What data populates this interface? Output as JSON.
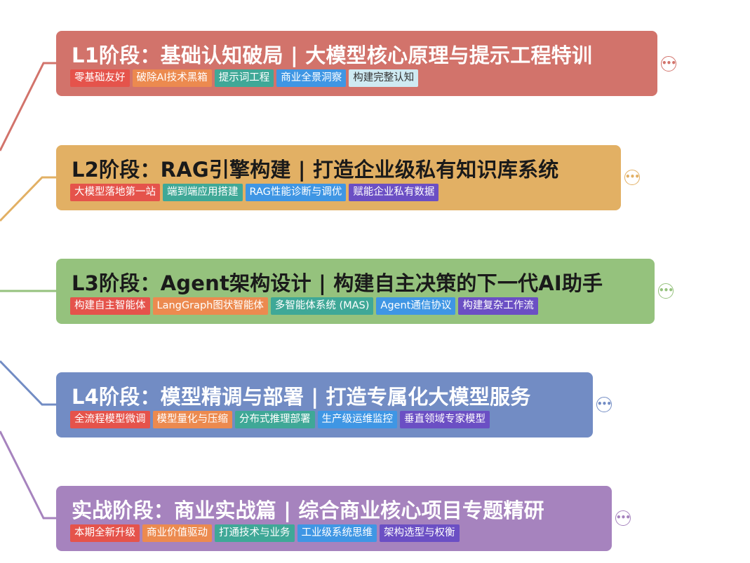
{
  "stages": [
    {
      "title": "L1阶段：基础认知破局 | 大模型核心原理与提示工程特训",
      "bg": "#d2736b",
      "title_color": "#ffffff",
      "tags": [
        {
          "label": "零基础友好",
          "color": "#e5534b"
        },
        {
          "label": "破除AI技术黑箱",
          "color": "#ec8a4f"
        },
        {
          "label": "提示词工程",
          "color": "#3fa897"
        },
        {
          "label": "商业全景洞察",
          "color": "#3f96e4"
        },
        {
          "label": "构建完整认知",
          "color": "#cfeaf2",
          "text_color": "#333333"
        }
      ]
    },
    {
      "title": "L2阶段：RAG引擎构建 | 打造企业级私有知识库系统",
      "bg": "#e2b064",
      "title_color": "#1a1a1a",
      "tags": [
        {
          "label": "大模型落地第一站",
          "color": "#e5534b"
        },
        {
          "label": "端到端应用搭建",
          "color": "#3fa897"
        },
        {
          "label": "RAG性能诊断与调优",
          "color": "#3f96e4"
        },
        {
          "label": "赋能企业私有数据",
          "color": "#6b4fc4"
        }
      ]
    },
    {
      "title": "L3阶段：Agent架构设计 | 构建自主决策的下一代AI助手",
      "bg": "#95c27d",
      "title_color": "#1a1a1a",
      "tags": [
        {
          "label": "构建自主智能体",
          "color": "#e5534b"
        },
        {
          "label": "LangGraph图状智能体",
          "color": "#ec8a4f"
        },
        {
          "label": "多智能体系统 (MAS)",
          "color": "#3fa897"
        },
        {
          "label": "Agent通信协议",
          "color": "#3f96e4"
        },
        {
          "label": "构建复杂工作流",
          "color": "#6b4fc4"
        }
      ]
    },
    {
      "title": "L4阶段：模型精调与部署 | 打造专属化大模型服务",
      "bg": "#728cc4",
      "title_color": "#ffffff",
      "tags": [
        {
          "label": "全流程模型微调",
          "color": "#e5534b"
        },
        {
          "label": "模型量化与压缩",
          "color": "#ec8a4f"
        },
        {
          "label": "分布式推理部署",
          "color": "#3fa897"
        },
        {
          "label": "生产级运维监控",
          "color": "#3f96e4"
        },
        {
          "label": "垂直领域专家模型",
          "color": "#6b4fc4"
        }
      ]
    },
    {
      "title": "实战阶段：商业实战篇 | 综合商业核心项目专题精研",
      "bg": "#a683be",
      "title_color": "#ffffff",
      "tags": [
        {
          "label": "本期全新升级",
          "color": "#e5534b"
        },
        {
          "label": "商业价值驱动",
          "color": "#ec8a4f"
        },
        {
          "label": "打通技术与业务",
          "color": "#3fa897"
        },
        {
          "label": "工业级系统思维",
          "color": "#3f96e4"
        },
        {
          "label": "架构选型与权衡",
          "color": "#6b4fc4"
        }
      ]
    }
  ],
  "more_icon": "more-horizontal-icon"
}
